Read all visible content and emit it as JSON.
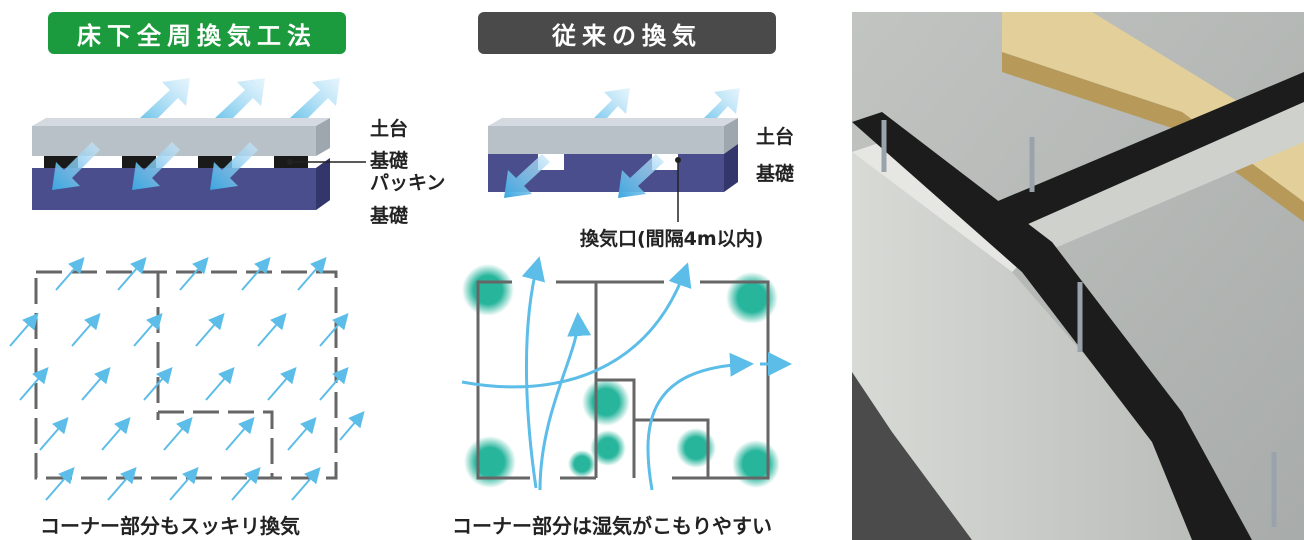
{
  "left_panel": {
    "title": "床下全周換気工法",
    "labels": {
      "sill": "土台",
      "packing_line1": "基礎",
      "packing_line2": "パッキン",
      "foundation": "基礎"
    },
    "caption": "コーナー部分もスッキリ換気"
  },
  "middle_panel": {
    "title": "従来の換気",
    "labels": {
      "sill": "土台",
      "foundation": "基礎",
      "vent_note": "換気口(間隔4m以内)"
    },
    "caption": "コーナー部分は湿気がこもりやすい"
  },
  "colors": {
    "green": "#1c9b3e",
    "dark_gray": "#4a4a4a",
    "foundation_blue": "#4a4e8c",
    "sill_gray": "#b8c1c8",
    "arrow_blue": "#5bbde8",
    "humidity_teal": "#27b59c"
  }
}
